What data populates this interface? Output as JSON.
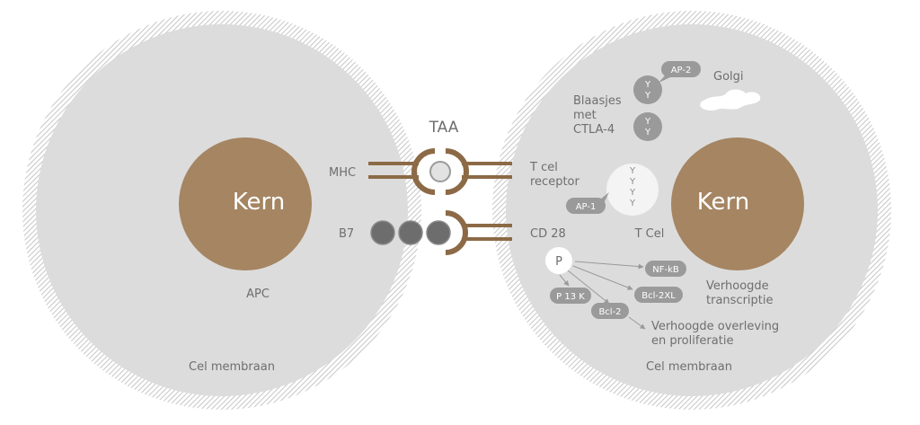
{
  "apc": {
    "nucleus_label": "Kern",
    "cell_label": "APC",
    "membrane_label": "Cel membraan"
  },
  "synapse": {
    "antigen_label": "TAA",
    "mhc_label": "MHC",
    "b7_label": "B7",
    "tcr_label_line1": "T cel",
    "tcr_label_line2": "receptor",
    "cd28_label": "CD 28"
  },
  "tcell": {
    "nucleus_label": "Kern",
    "cell_label": "T Cel",
    "membrane_label": "Cel membraan",
    "golgi_label": "Golgi",
    "vesicles_line1": "Blaasjes",
    "vesicles_line2": "met",
    "vesicles_line3": "CTLA-4",
    "ap2_label": "AP-2",
    "ap1_label": "AP-1",
    "phosphate_label": "P",
    "nfkb_label": "NF-kB",
    "bcl2xl_label": "Bcl-2XL",
    "pi3k_label": "P 13 K",
    "bcl2_label": "Bcl-2",
    "transcription_line1": "Verhoogde",
    "transcription_line2": "transcriptie",
    "survival_line1": "Verhoogde overleving",
    "survival_line2": "en proliferatie",
    "y_glyph": "Y"
  },
  "colors": {
    "cell_fill": "#dcdcdc",
    "membrane_hatch": "#c9c9c9",
    "nucleus": "#a58562",
    "receptor_brown": "#8c6a46",
    "pill_gray": "#9a9a9a",
    "b7_ball": "#6d6d6d",
    "label_gray": "#6e6e6e"
  }
}
